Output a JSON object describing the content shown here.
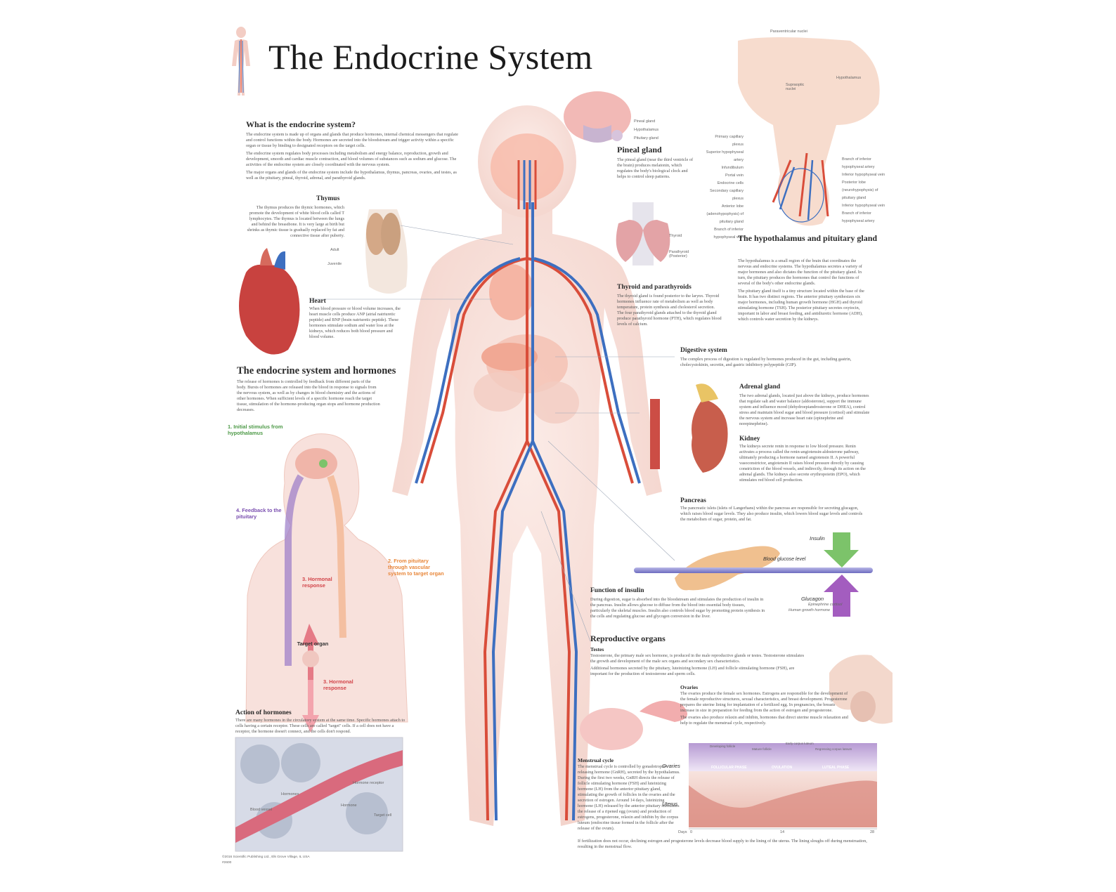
{
  "title": "The Endocrine System",
  "sections": {
    "what": {
      "heading": "What is the endocrine system?",
      "p1": "The endocrine system is made up of organs and glands that produce hormones, internal chemical messengers that regulate and control functions within the body. Hormones are secreted into the bloodstream and trigger activity within a specific organ or tissue by binding to designated receptors on the target cells.",
      "p2": "The endocrine system regulates body processes including metabolism and energy balance, reproduction, growth and development, smooth and cardiac muscle contraction, and blood volumes of substances such as sodium and glucose. The activities of the endocrine system are closely coordinated with the nervous system.",
      "p3": "The major organs and glands of the endocrine system include the hypothalamus, thymus, pancreas, ovaries, and testes, as well as the pituitary, pineal, thyroid, adrenal, and parathyroid glands."
    },
    "thymus": {
      "heading": "Thymus",
      "text": "The thymus produces the thymic hormones, which promote the development of white blood cells called T lymphocytes. The thymus is located between the lungs and behind the breastbone. It is very large at birth but shrinks as thymic tissue is gradually replaced by fat and connective tissue after puberty.",
      "label_adult": "Adult",
      "label_juvenile": "Juvenile"
    },
    "heart": {
      "heading": "Heart",
      "text": "When blood pressure or blood volume increases, the heart muscle cells produce ANP (atrial natriuretic peptide) and BNP (brain natriuretic peptide). These hormones stimulate sodium and water loss at the kidneys, which reduces both blood pressure and blood volume."
    },
    "hormones": {
      "heading": "The endocrine system and hormones",
      "text": "The release of hormones is controlled by feedback from different parts of the body. Bursts of hormones are released into the blood in response to signals from the nervous system, as well as by changes in blood chemistry and the actions of other hormones. When sufficient levels of a specific hormone reach the target tissue, stimulation of the hormone-producing organ stops and hormone production decreases.",
      "step1": "1. Initial stimulus from hypothalamus",
      "step2": "2. From pituitary through vascular system to target organ",
      "step3a": "3. Hormonal response",
      "step3b": "3. Hormonal response",
      "step4": "4. Feedback to the pituitary",
      "target": "Target organ"
    },
    "action": {
      "heading": "Action of hormones",
      "text": "There are many hormones in the circulatory system at the same time. Specific hormones attach to cells having a certain receptor. These cells are called \"target\" cells. If a cell does not have a receptor, the hormone doesn't connect, and the cells don't respond.",
      "label_receptor": "Hormone receptor",
      "label_hormones": "Hormones",
      "label_vessel": "Blood vessel",
      "label_hormone": "Hormone",
      "label_target": "Target cell"
    },
    "pineal": {
      "heading": "Pineal gland",
      "text": "The pineal gland (near the third ventricle of the brain) produces melatonin, which regulates the body's biological clock and helps to control sleep patterns.",
      "label1": "Pineal gland",
      "label2": "Hypothalamus",
      "label3": "Pituitary gland"
    },
    "thyroid": {
      "heading": "Thyroid and parathyroids",
      "text": "The thyroid gland is found posterior to the larynx. Thyroid hormones influence rate of metabolism as well as body temperature, protein synthesis and cholesterol secretion. The four parathyroid glands attached to the thyroid gland produce parathyroid hormone (PTH), which regulates blood levels of calcium.",
      "label1": "Thyroid",
      "label2": "Parathyroid (Posterior)"
    },
    "hypo": {
      "heading": "The hypothalamus and pituitary gland",
      "text1": "The hypothalamus is a small region of the brain that coordinates the nervous and endocrine systems. The hypothalamus secretes a variety of major hormones and also dictates the function of the pituitary gland. In turn, the pituitary produces the hormones that control the functions of several of the body's other endocrine glands.",
      "text2": "The pituitary gland itself is a tiny structure located within the base of the brain. It has two distinct regions. The anterior pituitary synthesizes six major hormones, including human growth hormone (HGH) and thyroid stimulating hormone (TSH). The posterior pituitary secretes oxytocin, important in labor and breast feeding, and antidiuretic hormone (ADH), which controls water secretion by the kidneys.",
      "labels_left": [
        "Primary capillary plexus",
        "Superior hypophyseal artery",
        "Infundibulum",
        "Portal vein",
        "Endocrine cells",
        "Secondary capillary plexus",
        "Anterior lobe (adenohypophysis) of pituitary gland",
        "Branch of inferior hypophyseal vein"
      ],
      "labels_right": [
        "Branch of inferior hypophyseal artery",
        "Inferior hypophyseal vein",
        "Posterior lobe (neurohypophysis) of pituitary gland",
        "Inferior hypophyseal vein",
        "Branch of inferior hypophyseal artery"
      ],
      "label_top1": "Paraventricular nuclei",
      "label_top2": "Supraoptic nuclei",
      "label_top3": "Hypothalamus"
    },
    "digestive": {
      "heading": "Digestive system",
      "text": "The complex process of digestion is regulated by hormones produced in the gut, including gastrin, cholecystokinin, secretin, and gastric inhibitory polypeptide (GIP)."
    },
    "adrenal": {
      "heading": "Adrenal gland",
      "text": "The two adrenal glands, located just above the kidneys, produce hormones that regulate salt and water balance (aldosterone), support the immune system and influence mood (dehydroepiandrosterone or DHEA), control stress and maintain blood sugar and blood pressure (cortisol) and stimulate the nervous system and increase heart rate (epinephrine and norepinephrine)."
    },
    "kidney": {
      "heading": "Kidney",
      "text": "The kidneys secrete renin in response to low blood pressure. Renin activates a process called the renin-angiotensin-aldosterone pathway, ultimately producing a hormone named angiotensin II. A powerful vasoconstrictor, angiotensin II raises blood pressure directly by causing constriction of the blood vessels, and indirectly, through its action on the adrenal glands. The kidneys also secrete erythropoietin (EPO), which stimulates red blood cell production."
    },
    "pancreas": {
      "heading": "Pancreas",
      "text": "The pancreatic islets (islets of Langerhans) within the pancreas are responsible for secreting glucagon, which raises blood sugar levels. They also produce insulin, which lowers blood sugar levels and controls the metabolism of sugar, protein, and fat.",
      "insulin": "Insulin",
      "glucose": "Blood glucose level",
      "glucagon": "Glucagon",
      "glucagon_sub1": "Epinephrine cortisol",
      "glucagon_sub2": "Human growth hormone"
    },
    "insulin": {
      "heading": "Function of insulin",
      "text": "During digestion, sugar is absorbed into the bloodstream and stimulates the production of insulin in the pancreas. Insulin allows glucose to diffuse from the blood into essential body tissues, particularly the skeletal muscles. Insulin also controls blood sugar by promoting protein synthesis in the cells and regulating glucose and glycogen conversion in the liver."
    },
    "repro": {
      "heading": "Reproductive organs",
      "testes_heading": "Testes",
      "testes_p1": "Testosterone, the primary male sex hormone, is produced in the male reproductive glands or testes. Testosterone stimulates the growth and development of the male sex organs and secondary sex characteristics.",
      "testes_p2": "Additional hormones secreted by the pituitary, luteinizing hormone (LH) and follicle stimulating hormone (FSH), are important for the production of testosterone and sperm cells.",
      "ovaries_heading": "Ovaries",
      "ovaries_p1": "The ovaries produce the female sex hormones. Estrogens are responsible for the development of the female reproductive structures, sexual characteristics, and breast development. Progesterone prepares the uterine lining for implantation of a fertilized egg. In pregnancies, the breasts increase in size in preparation for feeding from the action of estrogen and progesterone.",
      "ovaries_p2": "The ovaries also produce relaxin and inhibin, hormones that direct uterine muscle relaxation and help to regulate the menstrual cycle, respectively.",
      "menstrual_heading": "Menstrual cycle",
      "menstrual_text": "The menstrual cycle is controlled by gonadotropin-releasing hormone (GnRH), secreted by the hypothalamus. During the first two weeks, GnRH directs the release of follicle stimulating hormone (FSH) and luteinizing hormone (LH) from the anterior pituitary gland, stimulating the growth of follicles in the ovaries and the secretion of estrogen. Around 14 days, luteinizing hormone (LH) released by the anterior pituitary stimulates the release of a ripened egg (ovum) and production of estrogens, progesterone, relaxin and inhibin by the corpus luteum (endocrine tissue formed in the follicle after the release of the ovum).",
      "menstrual_note": "If fertilization does not occur, declining estrogen and progesterone levels decrease blood supply to the lining of the uterus. The lining sloughs off during menstruation, resulting in the menstrual flow.",
      "ovaries_label": "Ovaries",
      "uterus_label": "Uterus",
      "phase1": "FOLLICULAR PHASE",
      "phase2": "OVULATION",
      "phase3": "LUTEAL PHASE",
      "stage1": "Developing follicle",
      "stage2": "Mature follicle",
      "stage3": "Early corpus luteum",
      "stage4": "Regressing corpus luteum",
      "days_label": "Days",
      "day0": "0",
      "day14": "14",
      "day28": "28"
    }
  },
  "copyright1": "©2016 Scientific Publishing Ltd., Elk Grove Village, IL USA",
  "copyright2": "#2600",
  "colors": {
    "artery": "#d94d3a",
    "vein": "#3d6fc0",
    "skin": "#f4d6cf",
    "step_green": "#4e9a48",
    "step_orange": "#e8873a",
    "step_red": "#d2454a",
    "step_purple": "#7a4fb0",
    "insulin_green": "#7cc36a",
    "glucagon_purple": "#a35dbf"
  }
}
